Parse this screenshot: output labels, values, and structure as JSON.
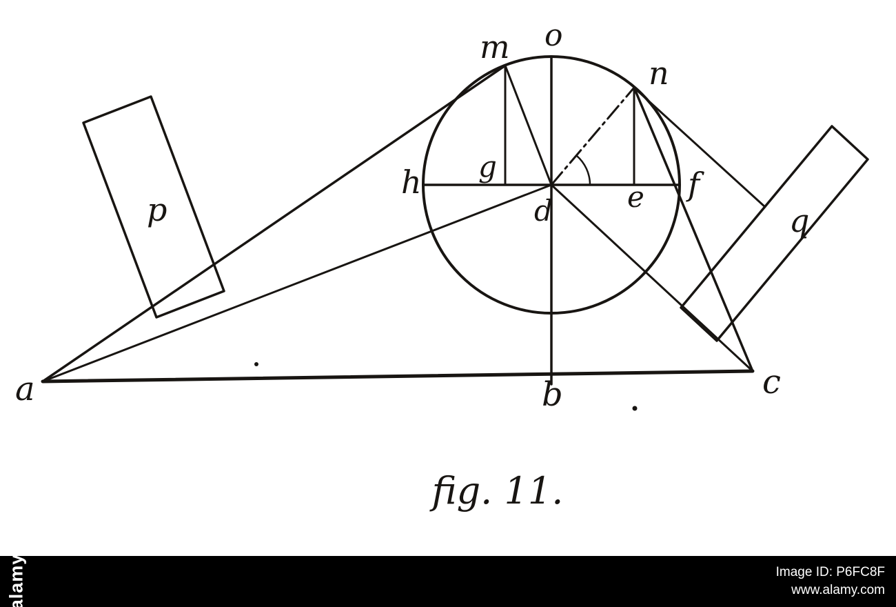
{
  "figure": {
    "caption": "fig. 11.",
    "labels": {
      "a": "a",
      "b": "b",
      "c": "c",
      "d": "d",
      "e": "e",
      "f": "f",
      "g": "g",
      "h": "h",
      "m": "m",
      "n": "n",
      "o": "o",
      "p": "p",
      "q": "q"
    }
  },
  "watermark": {
    "brand": "alamy",
    "image_id": "Image ID: P6FC8F",
    "url": "www.alamy.com"
  },
  "colors": {
    "ink": "#181512",
    "bar_background": "#000000",
    "bar_text": "#ffffff",
    "page_background": "#ffffff"
  }
}
